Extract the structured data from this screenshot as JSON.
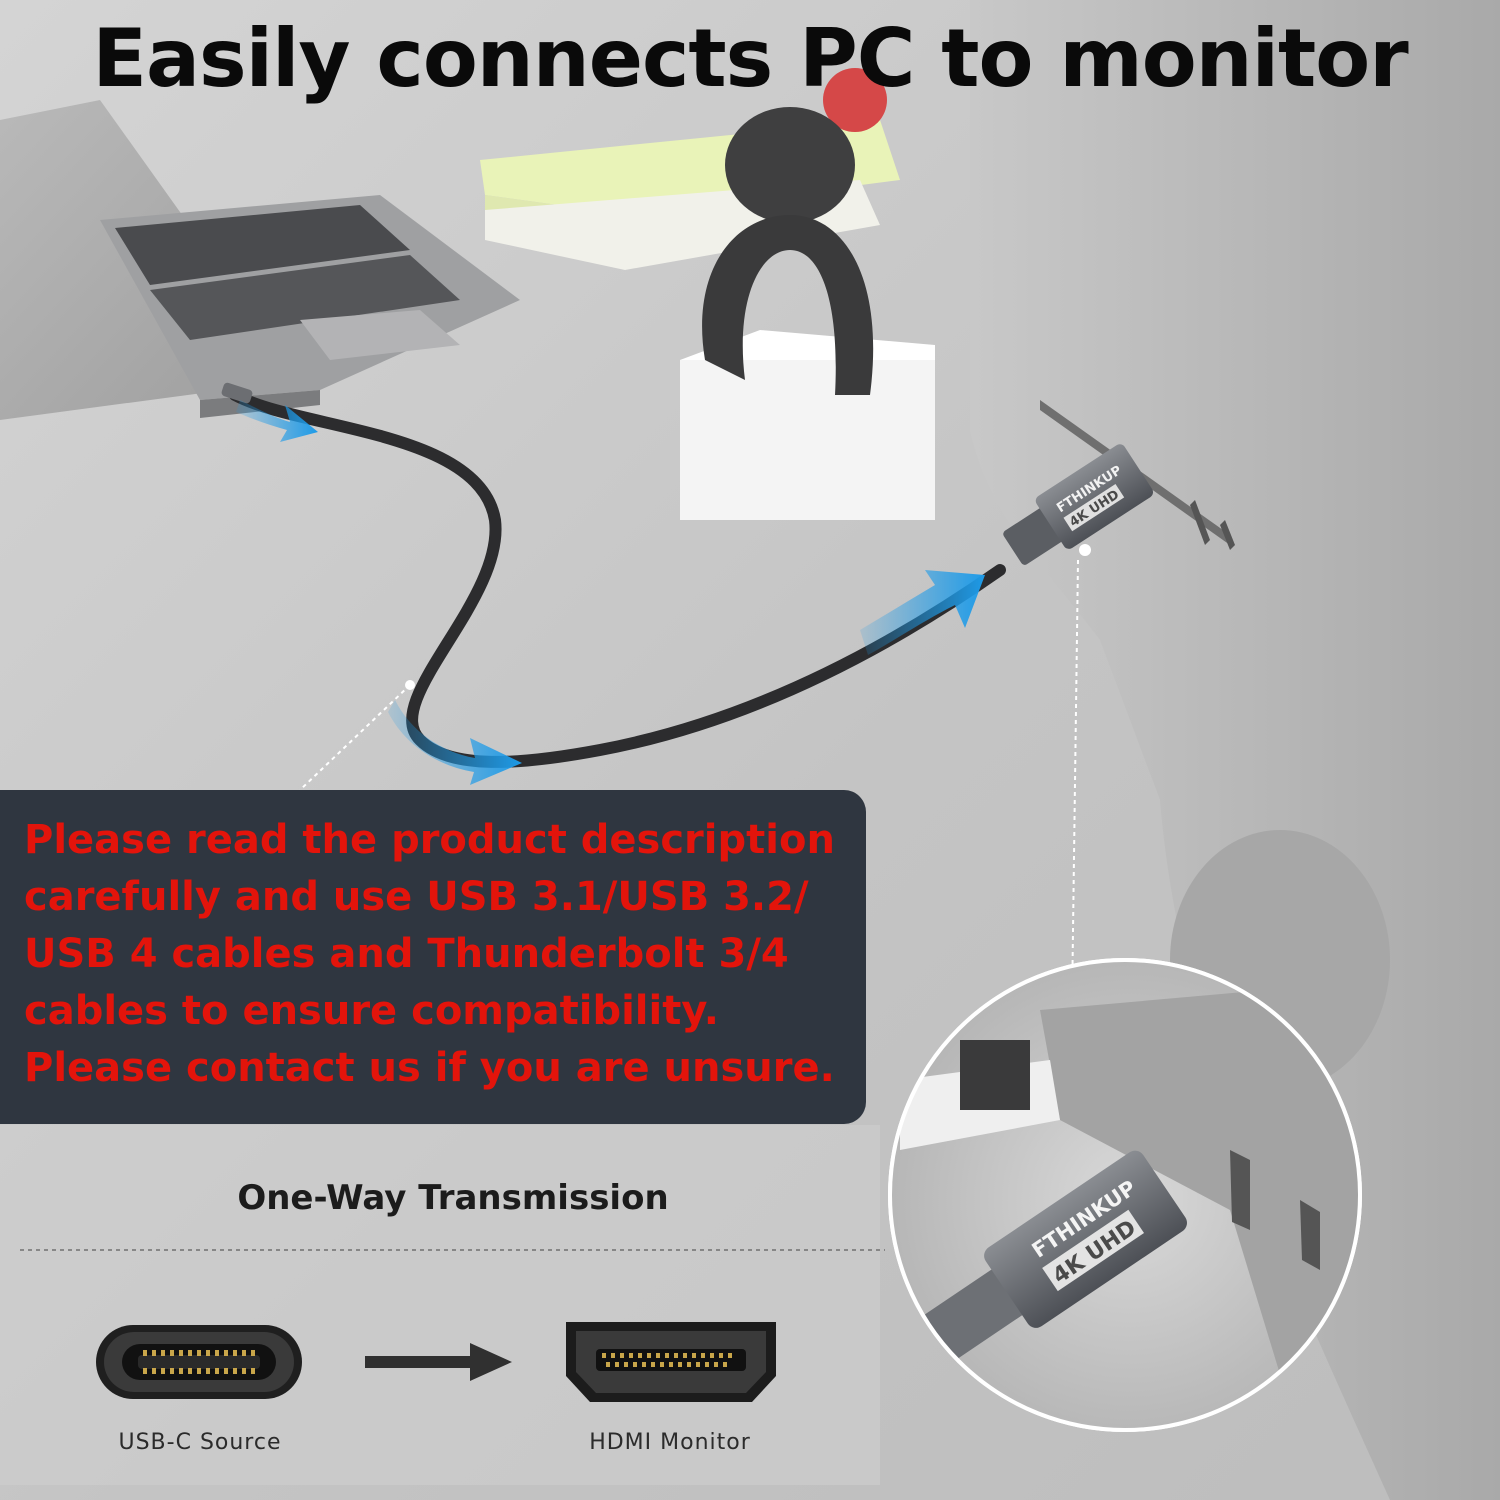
{
  "headline": "Easily connects PC to monitor",
  "notice": {
    "lines": [
      "Please read the product description",
      "carefully and use USB 3.1/USB 3.2/",
      "USB 4 cables and Thunderbolt 3/4",
      "cables to ensure compatibility.",
      "Please contact us if you are unsure."
    ],
    "text_color": "#e3140b",
    "panel_color": "#2f3640"
  },
  "transmission": {
    "title": "One-Way Transmission",
    "source_label": "USB-C Source",
    "target_label": "HDMI Monitor",
    "source_icon": "usb-c-port-icon",
    "arrow_icon": "right-arrow-icon",
    "target_icon": "hdmi-port-icon"
  },
  "adapter": {
    "brand": "FTHINKUP",
    "badge": "4K UHD"
  },
  "colors": {
    "flow_arrow": "#1e9be8",
    "background": "#c9c9c9"
  }
}
